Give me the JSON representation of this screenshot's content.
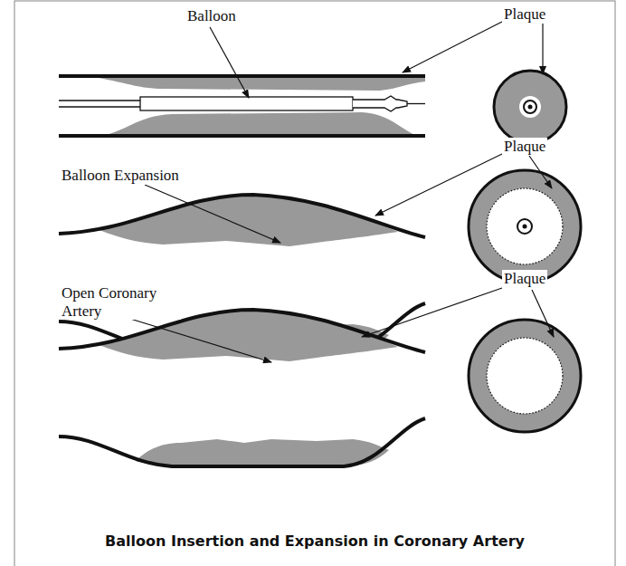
{
  "diagram": {
    "title": "Balloon Insertion and Expansion in Coronary Artery",
    "labels": [
      "Balloon",
      "Plaque",
      "Balloon Expansion",
      "Plaque",
      "Open Coronary Artery",
      "Plaque"
    ]
  }
}
